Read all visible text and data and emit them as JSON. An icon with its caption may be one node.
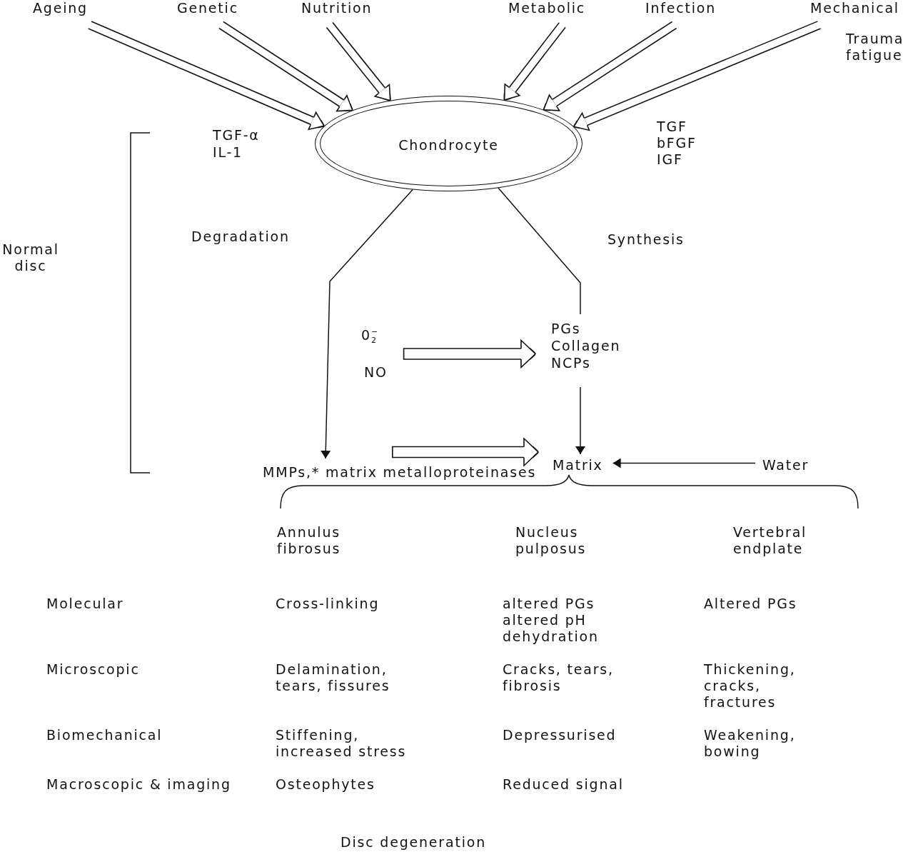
{
  "diagram": {
    "nodes": [
      {
        "text": [
          "Ageing"
        ]
      },
      {
        "text": [
          "Genetic"
        ]
      },
      {
        "text": [
          "Nutrition"
        ]
      },
      {
        "text": [
          "Metabolic"
        ]
      },
      {
        "text": [
          "Infection"
        ]
      },
      {
        "text": [
          "Mechanical"
        ],
        "beside": [
          "Trauma fatigue"
        ]
      },
      {
        "text": [
          "Chondrocyte"
        ]
      },
      {
        "text": [
          "0$_{2}$$^{−}$",
          "NO"
        ]
      },
      {
        "text": [
          "PGs",
          "Collagen",
          "NCPs"
        ]
      },
      {
        "text": [
          "MMPs,* matrix metalloproteinases"
        ]
      },
      {
        "text": [
          "Matrix"
        ]
      },
      {
        "text": [
          "Water"
        ]
      }
    ],
    "edges": [
      {
        "from": 0,
        "to": 6,
        "arrow": "to"
      },
      {
        "from": 1,
        "to": 6,
        "arrow": "to"
      },
      {
        "from": 2,
        "to": 6,
        "arrow": "to"
      },
      {
        "from": 3,
        "to": 6,
        "arrow": "to"
      },
      {
        "from": 4,
        "to": 6,
        "arrow": "to"
      },
      {
        "from": 5,
        "to": 6,
        "arrow": "to"
      },
      {
        "from": 6,
        "to": 9,
        "arrow": "to",
        "label": "Degradation"
      },
      {
        "from": 6,
        "to": 8,
        "arrow": "none",
        "label": "Synthesis"
      },
      {
        "from": 7,
        "to": 8,
        "arrow": "to"
      },
      {
        "from": 9,
        "to": 10,
        "arrow": "to"
      },
      {
        "from": 8,
        "to": 10,
        "arrow": "to"
      },
      {
        "from": 11,
        "to": 10,
        "arrow": "to"
      }
    ],
    "labels": [
      "TGF-α",
      "IL-1",
      "TGF",
      "bFGF",
      "IGF",
      "Normal disc",
      "Annulus fibrosus",
      "Nucleus pulposus",
      "Vertebral endplate",
      "Molecular",
      "Cross-linking",
      "altered PGs altered pH dehydration",
      "Altered PGs",
      "Microscopic",
      "Delamination, tears, fissures",
      "Cracks, tears, fibrosis",
      "Thickening, cracks, fractures",
      "Biomechanical",
      "Stiffening, increased stress",
      "Depressurised",
      "Weakening, bowing",
      "Macroscopic & imaging",
      "Osteophytes",
      "Reduced signal",
      "Disc degeneration"
    ]
  }
}
